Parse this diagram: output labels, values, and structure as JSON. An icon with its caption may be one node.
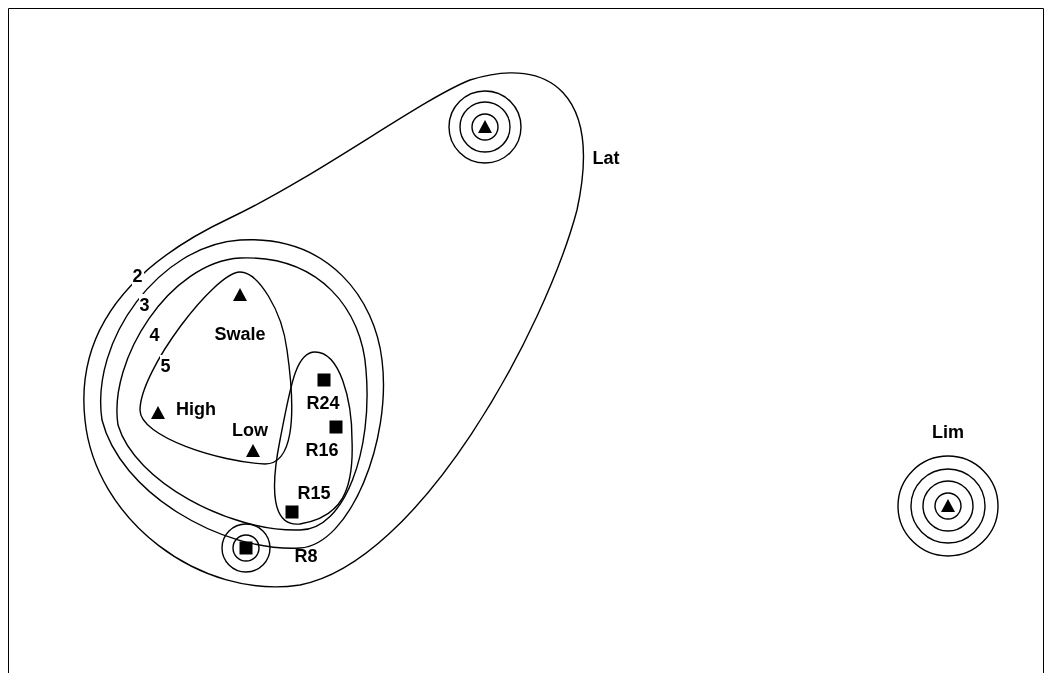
{
  "diagram": {
    "nodes": [
      {
        "text": [
          "2"
        ]
      },
      {
        "text": [
          "3"
        ],
        "in": 0
      },
      {
        "text": [
          "4"
        ],
        "in": 1
      },
      {
        "text": [
          "5"
        ],
        "in": 2
      },
      {
        "text": [
          "Swale"
        ],
        "in": 3
      },
      {
        "text": [
          "High"
        ],
        "in": 3
      },
      {
        "text": [
          "Low"
        ],
        "in": 3
      },
      {
        "text": [],
        "shape": "oval",
        "in": 2
      },
      {
        "text": [
          "R24"
        ],
        "in": 7
      },
      {
        "text": [
          "R16"
        ],
        "in": 7
      },
      {
        "text": [
          "R15"
        ],
        "in": 7
      },
      {
        "text": [
          "Lat"
        ],
        "in": 0
      },
      {
        "text": [
          "R8"
        ],
        "in": 0
      },
      {
        "text": [
          "Lim"
        ]
      }
    ]
  }
}
